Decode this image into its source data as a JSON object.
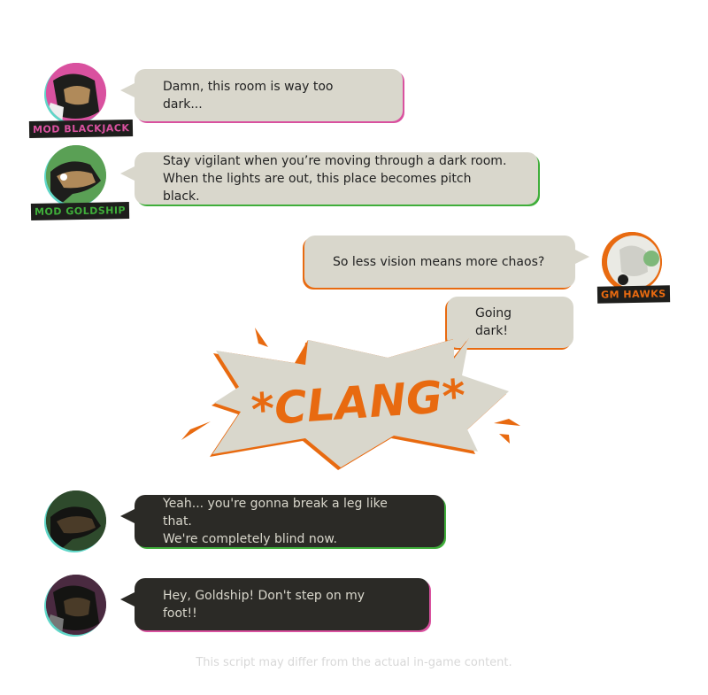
{
  "messages": [
    {
      "speaker": "MOD BLACKJACK",
      "text": [
        "Damn, this room is way too dark..."
      ]
    },
    {
      "speaker": "MOD GOLDSHIP",
      "text": [
        "Stay vigilant when you’re moving through a dark room.",
        "When the lights are out, this place becomes pitch black."
      ]
    },
    {
      "speaker": "GM HAWKS",
      "text": [
        "So less vision means more chaos?"
      ]
    },
    {
      "speaker": "GM HAWKS",
      "text": [
        "Going dark!"
      ]
    },
    {
      "speaker": "MOD GOLDSHIP",
      "text": [
        "Yeah... you're gonna break a leg like that.",
        "We're completely blind now."
      ]
    },
    {
      "speaker": "MOD BLACKJACK",
      "text": [
        "Hey, Goldship! Don't step on my foot!!"
      ]
    }
  ],
  "sound_effect": "*CLANG*",
  "footer": "This script may differ from the actual in-game content.",
  "colors": {
    "blackjack": "#d9519f",
    "goldship": "#3fae3a",
    "hawks": "#e86a10",
    "bubble_light": "#d9d7cc",
    "bubble_dark": "#2b2a26"
  }
}
